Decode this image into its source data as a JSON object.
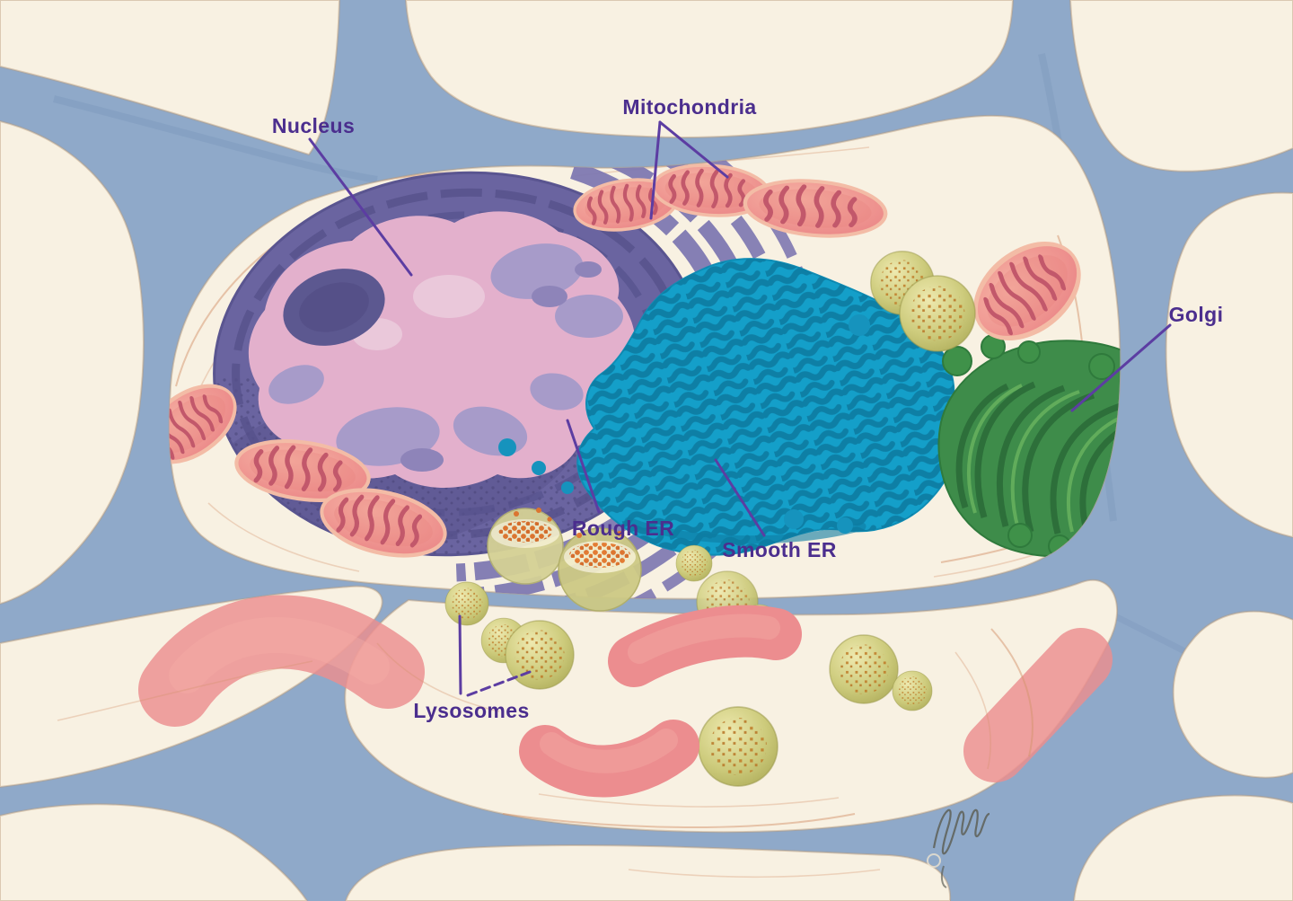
{
  "figure": {
    "type": "biological-illustration",
    "subject": "Animal cell with labeled organelles among neighboring cells"
  },
  "labels": {
    "nucleus": "Nucleus",
    "mitochondria": "Mitochondria",
    "golgi": "Golgi",
    "rough_er": "Rough ER",
    "smooth_er": "Smooth ER",
    "lysosomes": "Lysosomes"
  },
  "palette": {
    "background_blue": "#8fa9c9",
    "cell_cream": "#f8f1e2",
    "cell_edge": "#b99a78",
    "hatch_coral": "#d4936b",
    "label_text": "#4b2e8e",
    "leader_line": "#5c3da2",
    "nucleus_envelope": "#6a64a0",
    "nucleus_plates": "#56518b",
    "nucleus_interior": "#e3b0cc",
    "chromatin": "#a79bc9",
    "nucleolus": "#5c5890",
    "rough_er_purple": "#7e78b1",
    "smooth_er_cyan": "#149fc9",
    "smooth_er_shadow": "#0d7ca2",
    "golgi_green": "#3e8c4a",
    "golgi_ribbon": "#2b6c39",
    "mitochondrion_salmon": "#ee8f8e",
    "cristae_red": "#c2586b",
    "lysosome_olive": "#c8c677",
    "speckle_orange": "#c07f2c",
    "vesicle_orange": "#e2762b"
  }
}
